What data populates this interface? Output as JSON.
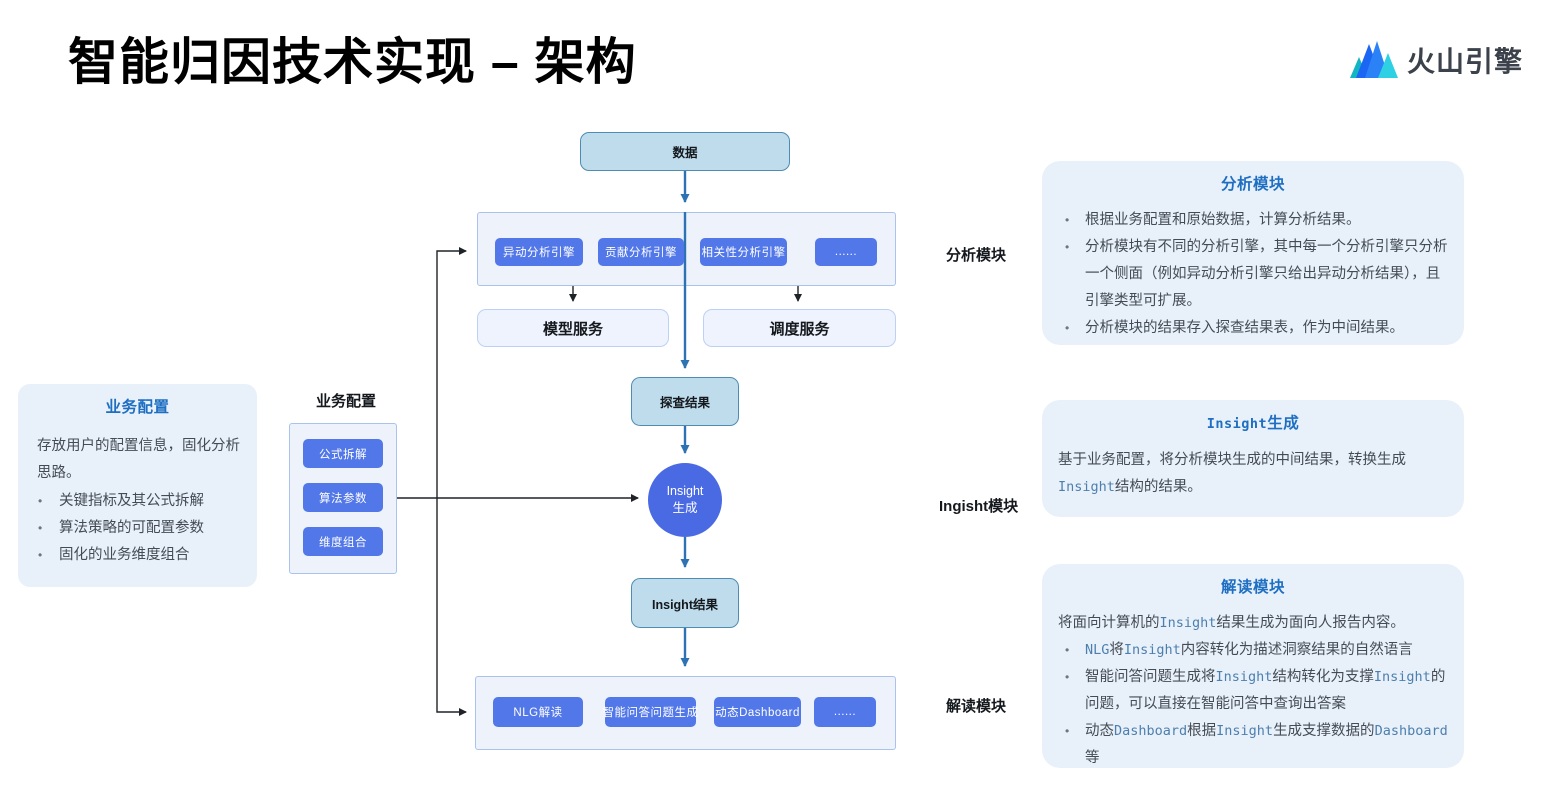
{
  "header": {
    "title": "智能归因技术实现 – 架构",
    "logo": {
      "text": "火山引擎",
      "icon": "mountain-peaks-icon"
    }
  },
  "colors": {
    "button_blue": "#5277e8",
    "circle_blue": "#4a6ae4",
    "cyan_box_fill": "#bedcec",
    "cyan_box_border": "#4e8cb2",
    "container_fill": "#edf2fb",
    "container_border": "#a9c3ee",
    "panel_fill": "#e8f1fa",
    "panel_title_blue": "#1e6ec2",
    "arrow_blue": "#2d73b4",
    "arrow_black": "#1f2328"
  },
  "diagram": {
    "data_box": "数据",
    "analysis_engines": [
      "异动分析引擎",
      "贡献分析引擎",
      "相关性分析引擎",
      "......"
    ],
    "model_service": "模型服务",
    "schedule_service": "调度服务",
    "explore_result": "探查结果",
    "insight_circle": {
      "line1": "Insight",
      "line2": "生成"
    },
    "insight_result": "Insight结果",
    "interpret_items": [
      "NLG解读",
      "智能问答问题生成",
      "动态Dashboard",
      "......"
    ],
    "biz_group": {
      "label": "业务配置",
      "items": [
        "公式拆解",
        "算法参数",
        "维度组合"
      ]
    },
    "side_labels": {
      "analysis": "分析模块",
      "insight": "Ingisht模块",
      "interpret": "解读模块"
    }
  },
  "panels": {
    "biz_config": {
      "title": "业务配置",
      "lead": "存放用户的配置信息，固化分析思路。",
      "bullets": [
        "关键指标及其公式拆解",
        "算法策略的可配置参数",
        "固化的业务维度组合"
      ]
    },
    "analysis": {
      "title": "分析模块",
      "bullets": [
        "根据业务配置和原始数据，计算分析结果。",
        "分析模块有不同的分析引擎，其中每一个分析引擎只分析一个侧面（例如异动分析引擎只给出异动分析结果），且引擎类型可扩展。",
        "分析模块的结果存入探查结果表，作为中间结果。"
      ]
    },
    "insight": {
      "title": "Insight生成",
      "lead": "基于业务配置，将分析模块生成的中间结果，转换生成Insight结构的结果。"
    },
    "interpret": {
      "title": "解读模块",
      "lead": "将面向计算机的Insight结果生成为面向人报告内容。",
      "bullets": [
        "NLG将Insight内容转化为描述洞察结果的自然语言",
        "智能问答问题生成将Insight结构转化为支撑Insight的问题，可以直接在智能问答中查询出答案",
        "动态Dashboard根据Insight生成支撑数据的Dashboard等"
      ]
    }
  }
}
